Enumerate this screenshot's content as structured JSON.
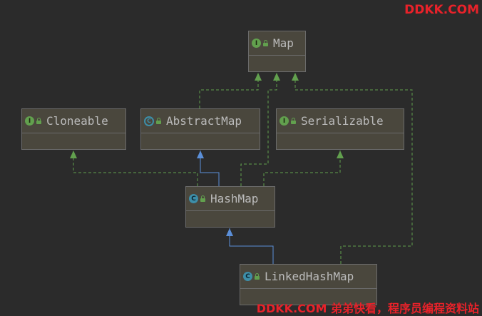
{
  "watermark_top": "DDKK.COM",
  "watermark_bottom": "DDKK.COM 弟弟快看，程序员编程资料站",
  "nodes": [
    {
      "id": "map",
      "label": "Map",
      "kind": "interface",
      "badge": "I"
    },
    {
      "id": "cloneable",
      "label": "Cloneable",
      "kind": "interface",
      "badge": "I"
    },
    {
      "id": "abstractmap",
      "label": "AbstractMap",
      "kind": "abstract",
      "badge": "C"
    },
    {
      "id": "serializable",
      "label": "Serializable",
      "kind": "interface",
      "badge": "I"
    },
    {
      "id": "hashmap",
      "label": "HashMap",
      "kind": "class",
      "badge": "C"
    },
    {
      "id": "linkedhashmap",
      "label": "LinkedHashMap",
      "kind": "class",
      "badge": "C"
    }
  ],
  "edges": [
    {
      "from": "abstractmap",
      "to": "map",
      "type": "implements"
    },
    {
      "from": "hashmap",
      "to": "map",
      "type": "implements"
    },
    {
      "from": "linkedhashmap",
      "to": "map",
      "type": "implements"
    },
    {
      "from": "hashmap",
      "to": "cloneable",
      "type": "implements"
    },
    {
      "from": "hashmap",
      "to": "serializable",
      "type": "implements"
    },
    {
      "from": "hashmap",
      "to": "abstractmap",
      "type": "extends"
    },
    {
      "from": "linkedhashmap",
      "to": "hashmap",
      "type": "extends"
    }
  ],
  "colors": {
    "implements": "#62a04e",
    "extends": "#5b8fd8",
    "interface_badge": "#62a04e",
    "class_badge": "#3d8ea8"
  }
}
